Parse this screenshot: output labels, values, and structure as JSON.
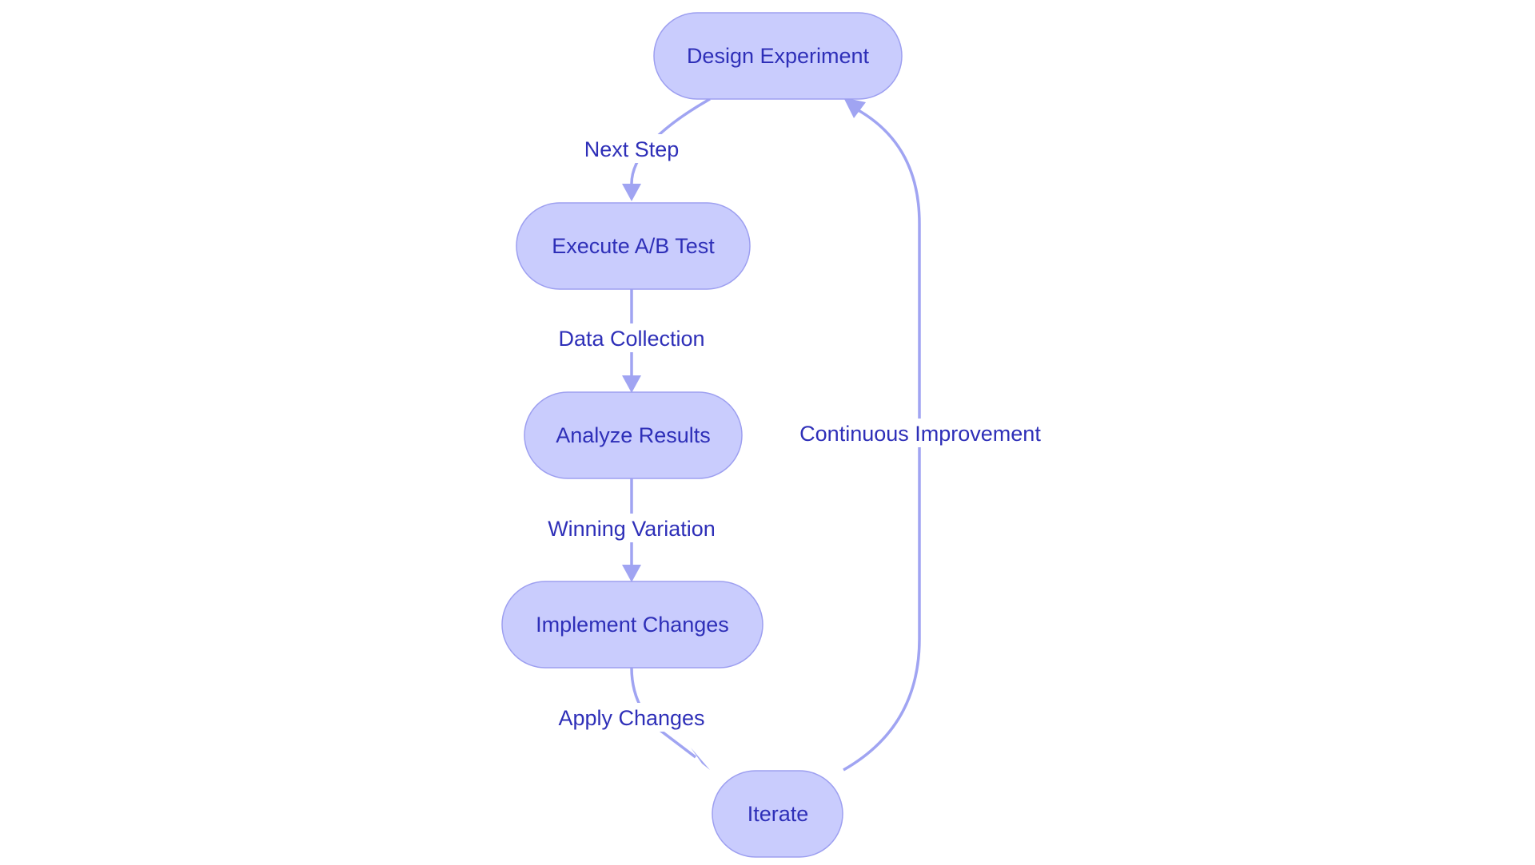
{
  "colors": {
    "node_fill": "#c9ccfd",
    "node_stroke": "#9d9ff0",
    "edge": "#a0a4f2",
    "text": "#2e2fb8"
  },
  "nodes": [
    {
      "id": "design",
      "label": "Design Experiment"
    },
    {
      "id": "execute",
      "label": "Execute A/B Test"
    },
    {
      "id": "analyze",
      "label": "Analyze Results"
    },
    {
      "id": "implement",
      "label": "Implement Changes"
    },
    {
      "id": "iterate",
      "label": "Iterate"
    }
  ],
  "edges": [
    {
      "from": "design",
      "to": "execute",
      "label": "Next Step"
    },
    {
      "from": "execute",
      "to": "analyze",
      "label": "Data Collection"
    },
    {
      "from": "analyze",
      "to": "implement",
      "label": "Winning Variation"
    },
    {
      "from": "implement",
      "to": "iterate",
      "label": "Apply Changes"
    },
    {
      "from": "iterate",
      "to": "design",
      "label": "Continuous Improvement"
    }
  ]
}
